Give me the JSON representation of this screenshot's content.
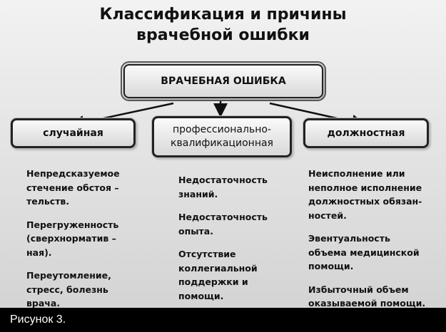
{
  "title": [
    "Классификация и причины",
    "врачебной ошибки"
  ],
  "root": "ВРАЧЕБНАЯ ОШИБКА",
  "categories": [
    {
      "label": "случайная",
      "causes": [
        "Непредсказуемое\nстечение обстоя –\nтельств.",
        "Перегруженность\n(сверхнорматив –\nная).",
        "Переутомление,\nстресс, болезнь\nврача."
      ]
    },
    {
      "label": "профессионально-\nквалификационная",
      "causes": [
        "Недостаточность\nзнаний.",
        "Недостаточность\nопыта.",
        "Отсутствие\nколлегиальной\nподдержки и\nпомощи."
      ]
    },
    {
      "label": "должностная",
      "causes": [
        "Неисполнение или\nнеполное исполнение\nдолжностных обязан-\nностей.",
        "Эвентуальность\nобъема медицинской\nпомощи.",
        "Избыточный объем\nоказываемой помощи."
      ]
    }
  ],
  "caption": "Рисунок 3."
}
